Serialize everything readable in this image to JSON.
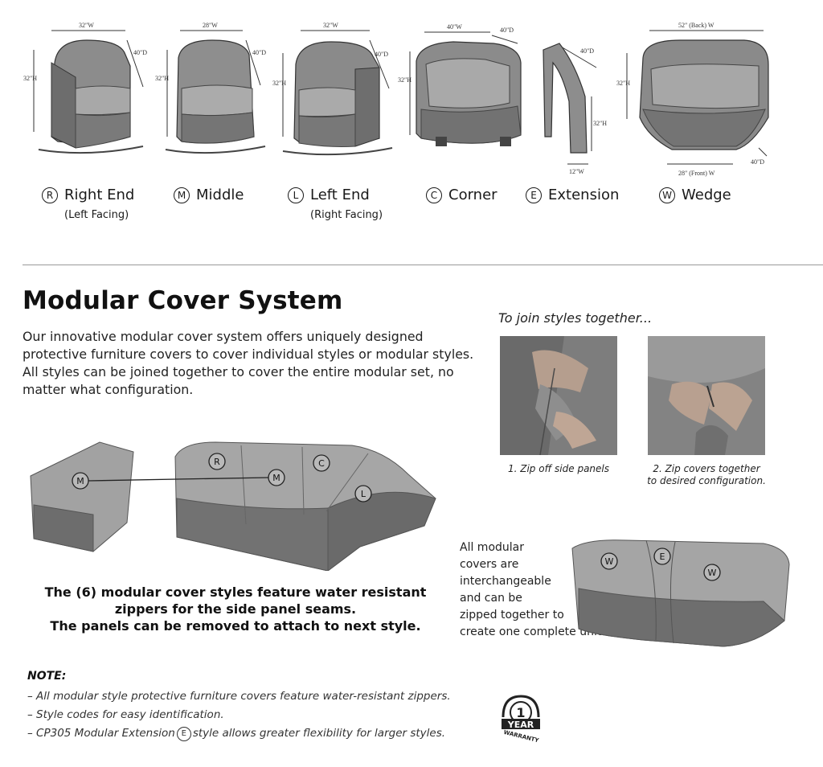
{
  "styles": [
    {
      "code": "R",
      "name": "Right End",
      "sub": "(Left Facing)",
      "dims": {
        "w": "32\"W",
        "d": "40\"D",
        "h": "32\"H"
      }
    },
    {
      "code": "M",
      "name": "Middle",
      "sub": "",
      "dims": {
        "w": "28\"W",
        "d": "40\"D",
        "h": "32\"H"
      }
    },
    {
      "code": "L",
      "name": "Left End",
      "sub": "(Right Facing)",
      "dims": {
        "w": "32\"W",
        "d": "40\"D",
        "h": "32\"H"
      }
    },
    {
      "code": "C",
      "name": "Corner",
      "sub": "",
      "dims": {
        "w": "40\"W",
        "d": "40\"D",
        "h": "32\"H"
      }
    },
    {
      "code": "E",
      "name": "Extension",
      "sub": "",
      "dims": {
        "w": "12\"W",
        "d": "40\"D",
        "h": "32\"H"
      }
    },
    {
      "code": "W",
      "name": "Wedge",
      "sub": "",
      "dims": {
        "w": "52\" (Back) W",
        "w2": "28\" (Front) W",
        "d": "40\"D",
        "h": "32\"H"
      }
    }
  ],
  "section": {
    "title": "Modular Cover System",
    "intro": "Our innovative modular cover system offers uniquely designed protective furniture covers to cover individual styles or modular styles. All styles can be joined together to cover the entire modular set, no matter what configuration."
  },
  "join": {
    "title": "To join styles together...",
    "steps": [
      {
        "caption_line1": "1. Zip off side panels",
        "caption_line2": ""
      },
      {
        "caption_line1": "2. Zip covers together",
        "caption_line2": "to desired configuration."
      }
    ]
  },
  "assembly": {
    "labels": [
      "M",
      "R",
      "M",
      "C",
      "L"
    ],
    "line1": "The (6) modular cover styles feature water resistant",
    "line2": "zippers for the side panel seams.",
    "line3": "The panels can be removed to attach to next style."
  },
  "interchange": {
    "labels": [
      "W",
      "E",
      "W"
    ],
    "lines": [
      "All modular",
      "covers are",
      "interchangeable",
      "and can be",
      "zipped together to",
      "create one complete unit."
    ]
  },
  "notes": {
    "title": "NOTE:",
    "items": [
      "– All modular style protective furniture covers feature water-resistant zippers.",
      "– Style codes for easy identification."
    ],
    "item3_before": "– CP305 Modular Extension",
    "item3_code": "E",
    "item3_after": "style allows greater flexibility for larger styles."
  },
  "warranty": {
    "number": "1",
    "word1": "YEAR",
    "word2": "WARRANTY"
  }
}
